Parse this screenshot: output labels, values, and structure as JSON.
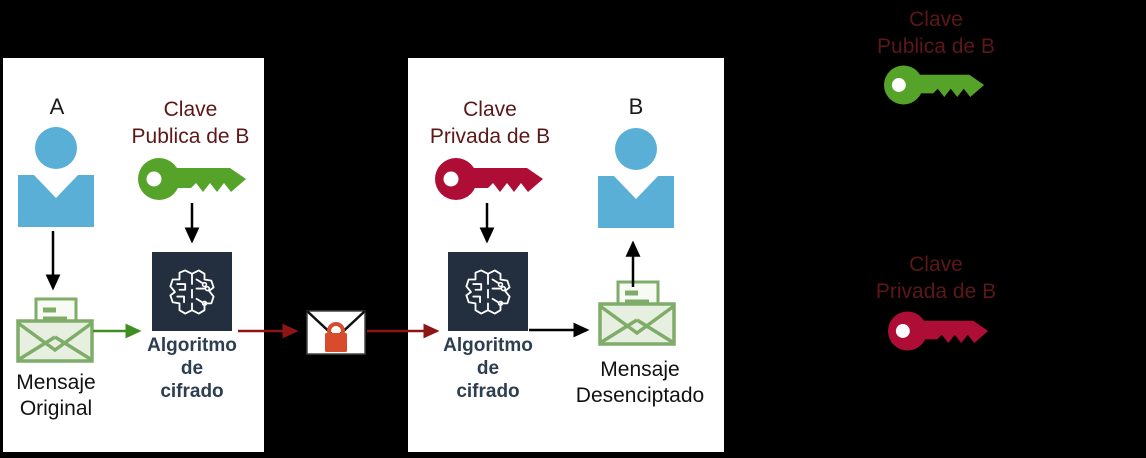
{
  "colors": {
    "background": "#000000",
    "panel_bg": "#ffffff",
    "person_blue": "#59afd6",
    "public_key_green": "#56a32a",
    "private_key_crimson": "#ae0e36",
    "key_label_text": "#5c1717",
    "algorithm_box": "#232f3e",
    "algorithm_label_text": "#2d3e50",
    "envelope_stroke": "#7fac69",
    "envelope_fill": "#e7f0e0",
    "lock_orange": "#d84b2c",
    "arrow_black": "#000000",
    "arrow_green": "#3f8e22",
    "arrow_dark_red": "#8e1515"
  },
  "left_panel": {
    "sender_label": "A",
    "public_key_label": "Clave\nPublica de B",
    "algorithm_label": "Algoritmo\nde\ncifrado",
    "message_label": "Mensaje\nOriginal"
  },
  "right_panel": {
    "private_key_label": "Clave\nPrivada de B",
    "receiver_label": "B",
    "algorithm_label": "Algoritmo\nde\ncifrado",
    "message_label": "Mensaje\nDesenciptado"
  },
  "legend": {
    "public_key_label": "Clave\nPublica de B",
    "private_key_label": "Clave\nPrivada de B"
  },
  "icons": {
    "sender": "person-icon",
    "receiver": "person-icon",
    "public_key": "key-icon",
    "private_key": "key-icon",
    "algorithm": "brain-circuit-icon",
    "original_message": "open-envelope-letter-icon",
    "encrypted_message": "locked-envelope-icon",
    "decrypted_message": "open-envelope-letter-icon"
  }
}
